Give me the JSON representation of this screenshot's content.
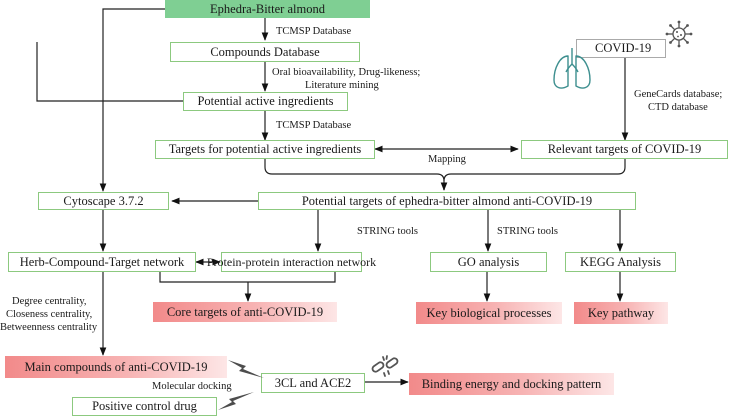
{
  "nodes": {
    "ephedra_bitter_almond": "Ephedra-Bitter almond",
    "compounds_database": "Compounds Database",
    "potential_active_ingredients": "Potential active ingredients",
    "targets_potential_active": "Targets for potential active ingredients",
    "covid19": "COVID-19",
    "relevant_targets_covid19": "Relevant targets of COVID-19",
    "cytoscape": "Cytoscape 3.7.2",
    "potential_targets_anti_covid": "Potential targets of ephedra-bitter almond anti-COVID-19",
    "herb_compound_target_network": "Herb-Compound-Target network",
    "ppi_network": "Protein-protein interaction network",
    "go_analysis": "GO analysis",
    "kegg_analysis": "KEGG Analysis",
    "core_targets": "Core targets of anti-COVID-19",
    "key_biological_processes": "Key biological processes",
    "key_pathway": "Key pathway",
    "main_compounds": "Main compounds of anti-COVID-19",
    "three_cl_ace2": "3CL and ACE2",
    "binding_energy": "Binding energy and docking pattern",
    "positive_control_drug": "Positive control drug"
  },
  "edge_labels": {
    "tcmsp_database_1": "TCMSP Database",
    "screening_line1": "Oral bioavailability, Drug-likeness;",
    "screening_line2": "Literature mining",
    "tcmsp_database_2": "TCMSP Database",
    "genecards_line1": "GeneCards database;",
    "genecards_line2": "CTD database",
    "mapping": "Mapping",
    "string_tools_1": "STRING tools",
    "string_tools_2": "STRING tools",
    "degree_centrality": "Degree centrality,",
    "closeness_centrality": "Closeness centrality,",
    "betweenness_centrality": "Betweenness centrality",
    "molecular_docking": "Molecular docking"
  },
  "icons": [
    "virus-icon",
    "lungs-icon",
    "broken-link-icon",
    "lightning-bolt-icon"
  ],
  "colors": {
    "top_box_fill": "#7fcf93",
    "box_border": "#8cc97f",
    "result_box_fill": "#f28a8a",
    "virus_icon": "#555555",
    "lungs_icon": "#3d8f8f",
    "lightning_icon": "#555555"
  }
}
